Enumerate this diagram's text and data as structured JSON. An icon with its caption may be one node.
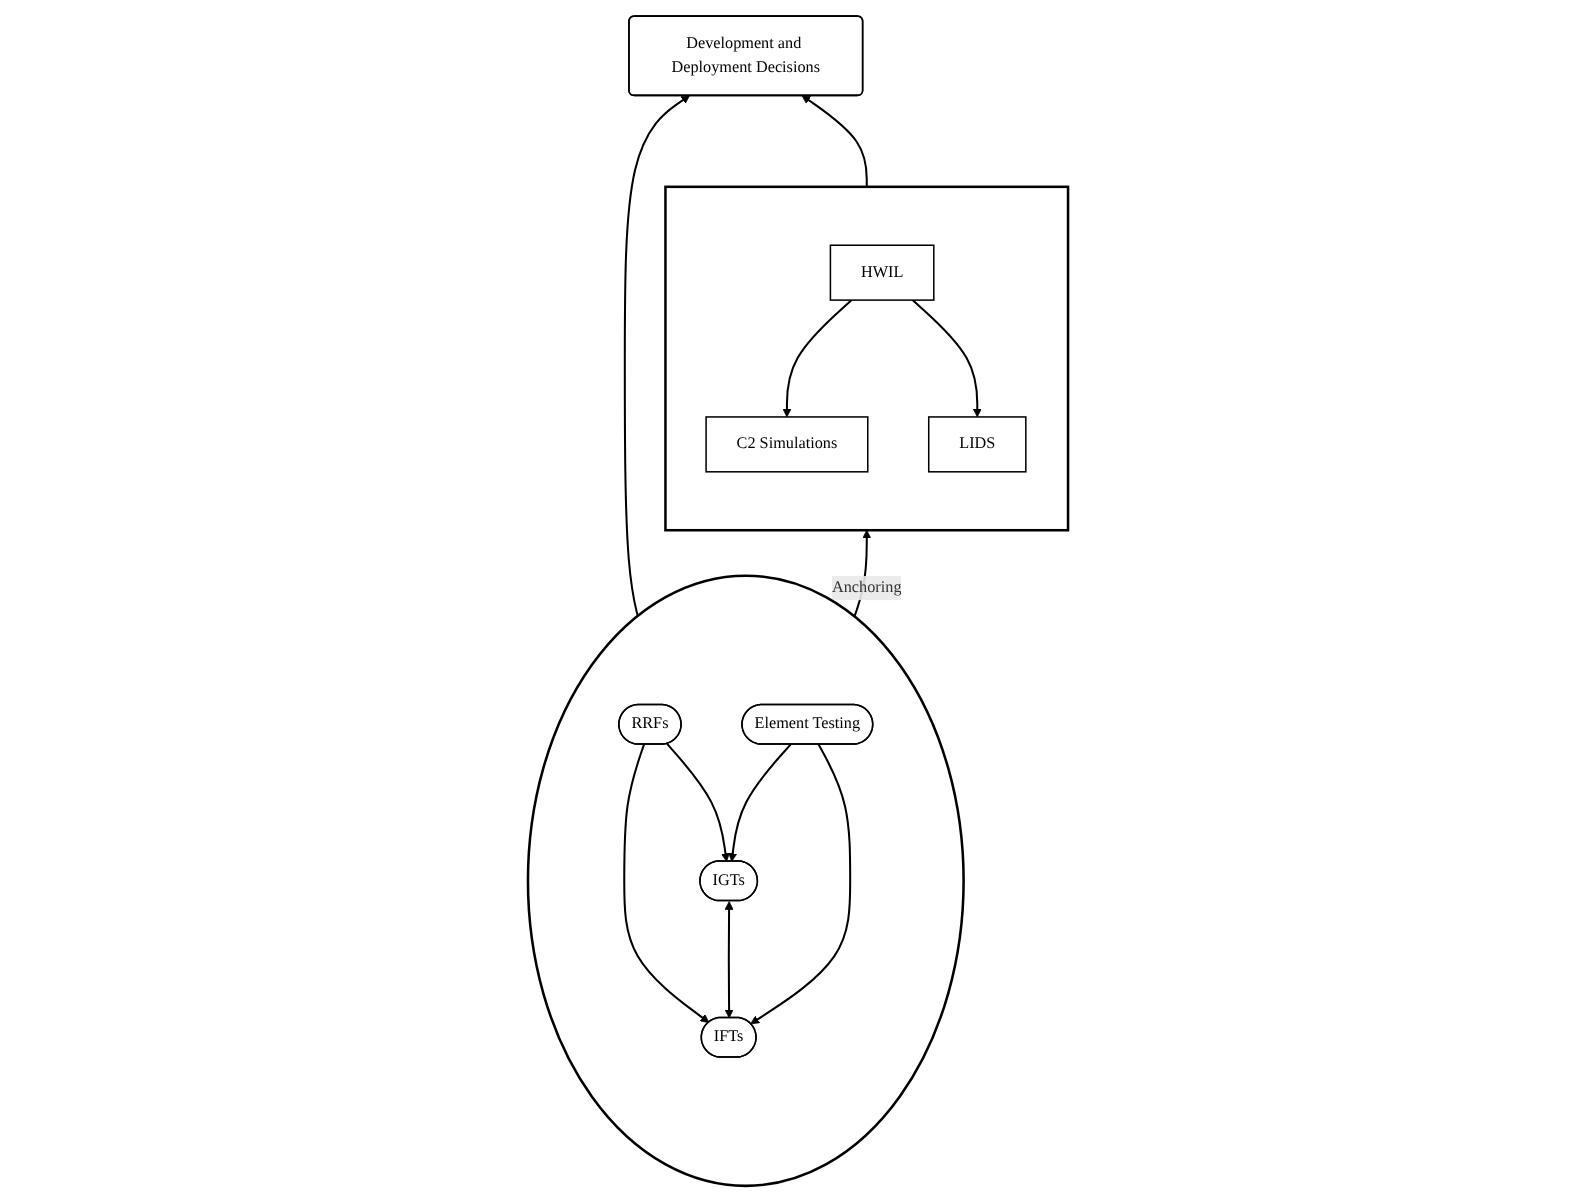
{
  "diagram": {
    "nodes": [
      {
        "text": [
          "Development and Deployment Decisions"
        ]
      },
      {
        "text": [],
        "shape": "circle"
      },
      {
        "text": [
          "RRFs"
        ],
        "in": 1
      },
      {
        "text": [
          "IGTs"
        ],
        "in": 1
      },
      {
        "text": [
          "IFTs"
        ],
        "in": 1
      },
      {
        "text": [
          "Element Testing"
        ],
        "in": 1
      },
      {
        "text": [],
        "shape": "box"
      },
      {
        "text": [
          "C2 Simulations"
        ],
        "in": 6
      },
      {
        "text": [
          "HWIL"
        ],
        "in": 6
      },
      {
        "text": [
          "LIDS"
        ],
        "in": 6
      }
    ],
    "edges": [
      {
        "from": 1,
        "to": 0,
        "arrow": "to"
      },
      {
        "from": 6,
        "to": 0,
        "arrow": "to"
      },
      {
        "from": 2,
        "to": 3,
        "arrow": "to"
      },
      {
        "from": 2,
        "to": 4,
        "arrow": "to"
      },
      {
        "from": 3,
        "to": 4,
        "arrow": "both"
      },
      {
        "from": 5,
        "to": 3,
        "arrow": "to"
      },
      {
        "from": 5,
        "to": 4,
        "arrow": "to"
      },
      {
        "from": 1,
        "to": 6,
        "arrow": "to",
        "label": "Anchoring"
      },
      {
        "from": 8,
        "to": 7,
        "arrow": "to"
      },
      {
        "from": 8,
        "to": 9,
        "arrow": "to"
      }
    ]
  }
}
